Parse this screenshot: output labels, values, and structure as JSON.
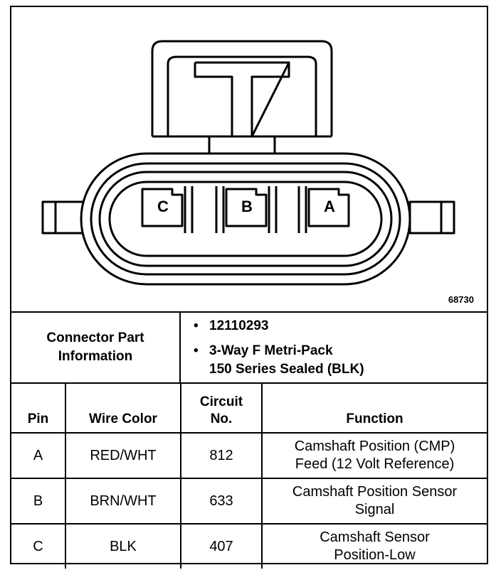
{
  "diagram": {
    "figure_number": "68730",
    "cavity_labels": [
      "C",
      "B",
      "A"
    ]
  },
  "connector_info": {
    "label_line1": "Connector Part",
    "label_line2": "Information",
    "part_number": "12110293",
    "description_line1": "3-Way F Metri-Pack",
    "description_line2": "150 Series Sealed (BLK)"
  },
  "table": {
    "headers": {
      "pin": "Pin",
      "wire_color": "Wire Color",
      "circuit_line1": "Circuit",
      "circuit_line2": "No.",
      "function": "Function"
    },
    "rows": [
      {
        "pin": "A",
        "wire_color": "RED/WHT",
        "circuit": "812",
        "function_line1": "Camshaft Position (CMP)",
        "function_line2": "Feed (12 Volt Reference)"
      },
      {
        "pin": "B",
        "wire_color": "BRN/WHT",
        "circuit": "633",
        "function_line1": "Camshaft Position Sensor",
        "function_line2": "Signal"
      },
      {
        "pin": "C",
        "wire_color": "BLK",
        "circuit": "407",
        "function_line1": "Camshaft Sensor",
        "function_line2": "Position-Low"
      }
    ]
  }
}
